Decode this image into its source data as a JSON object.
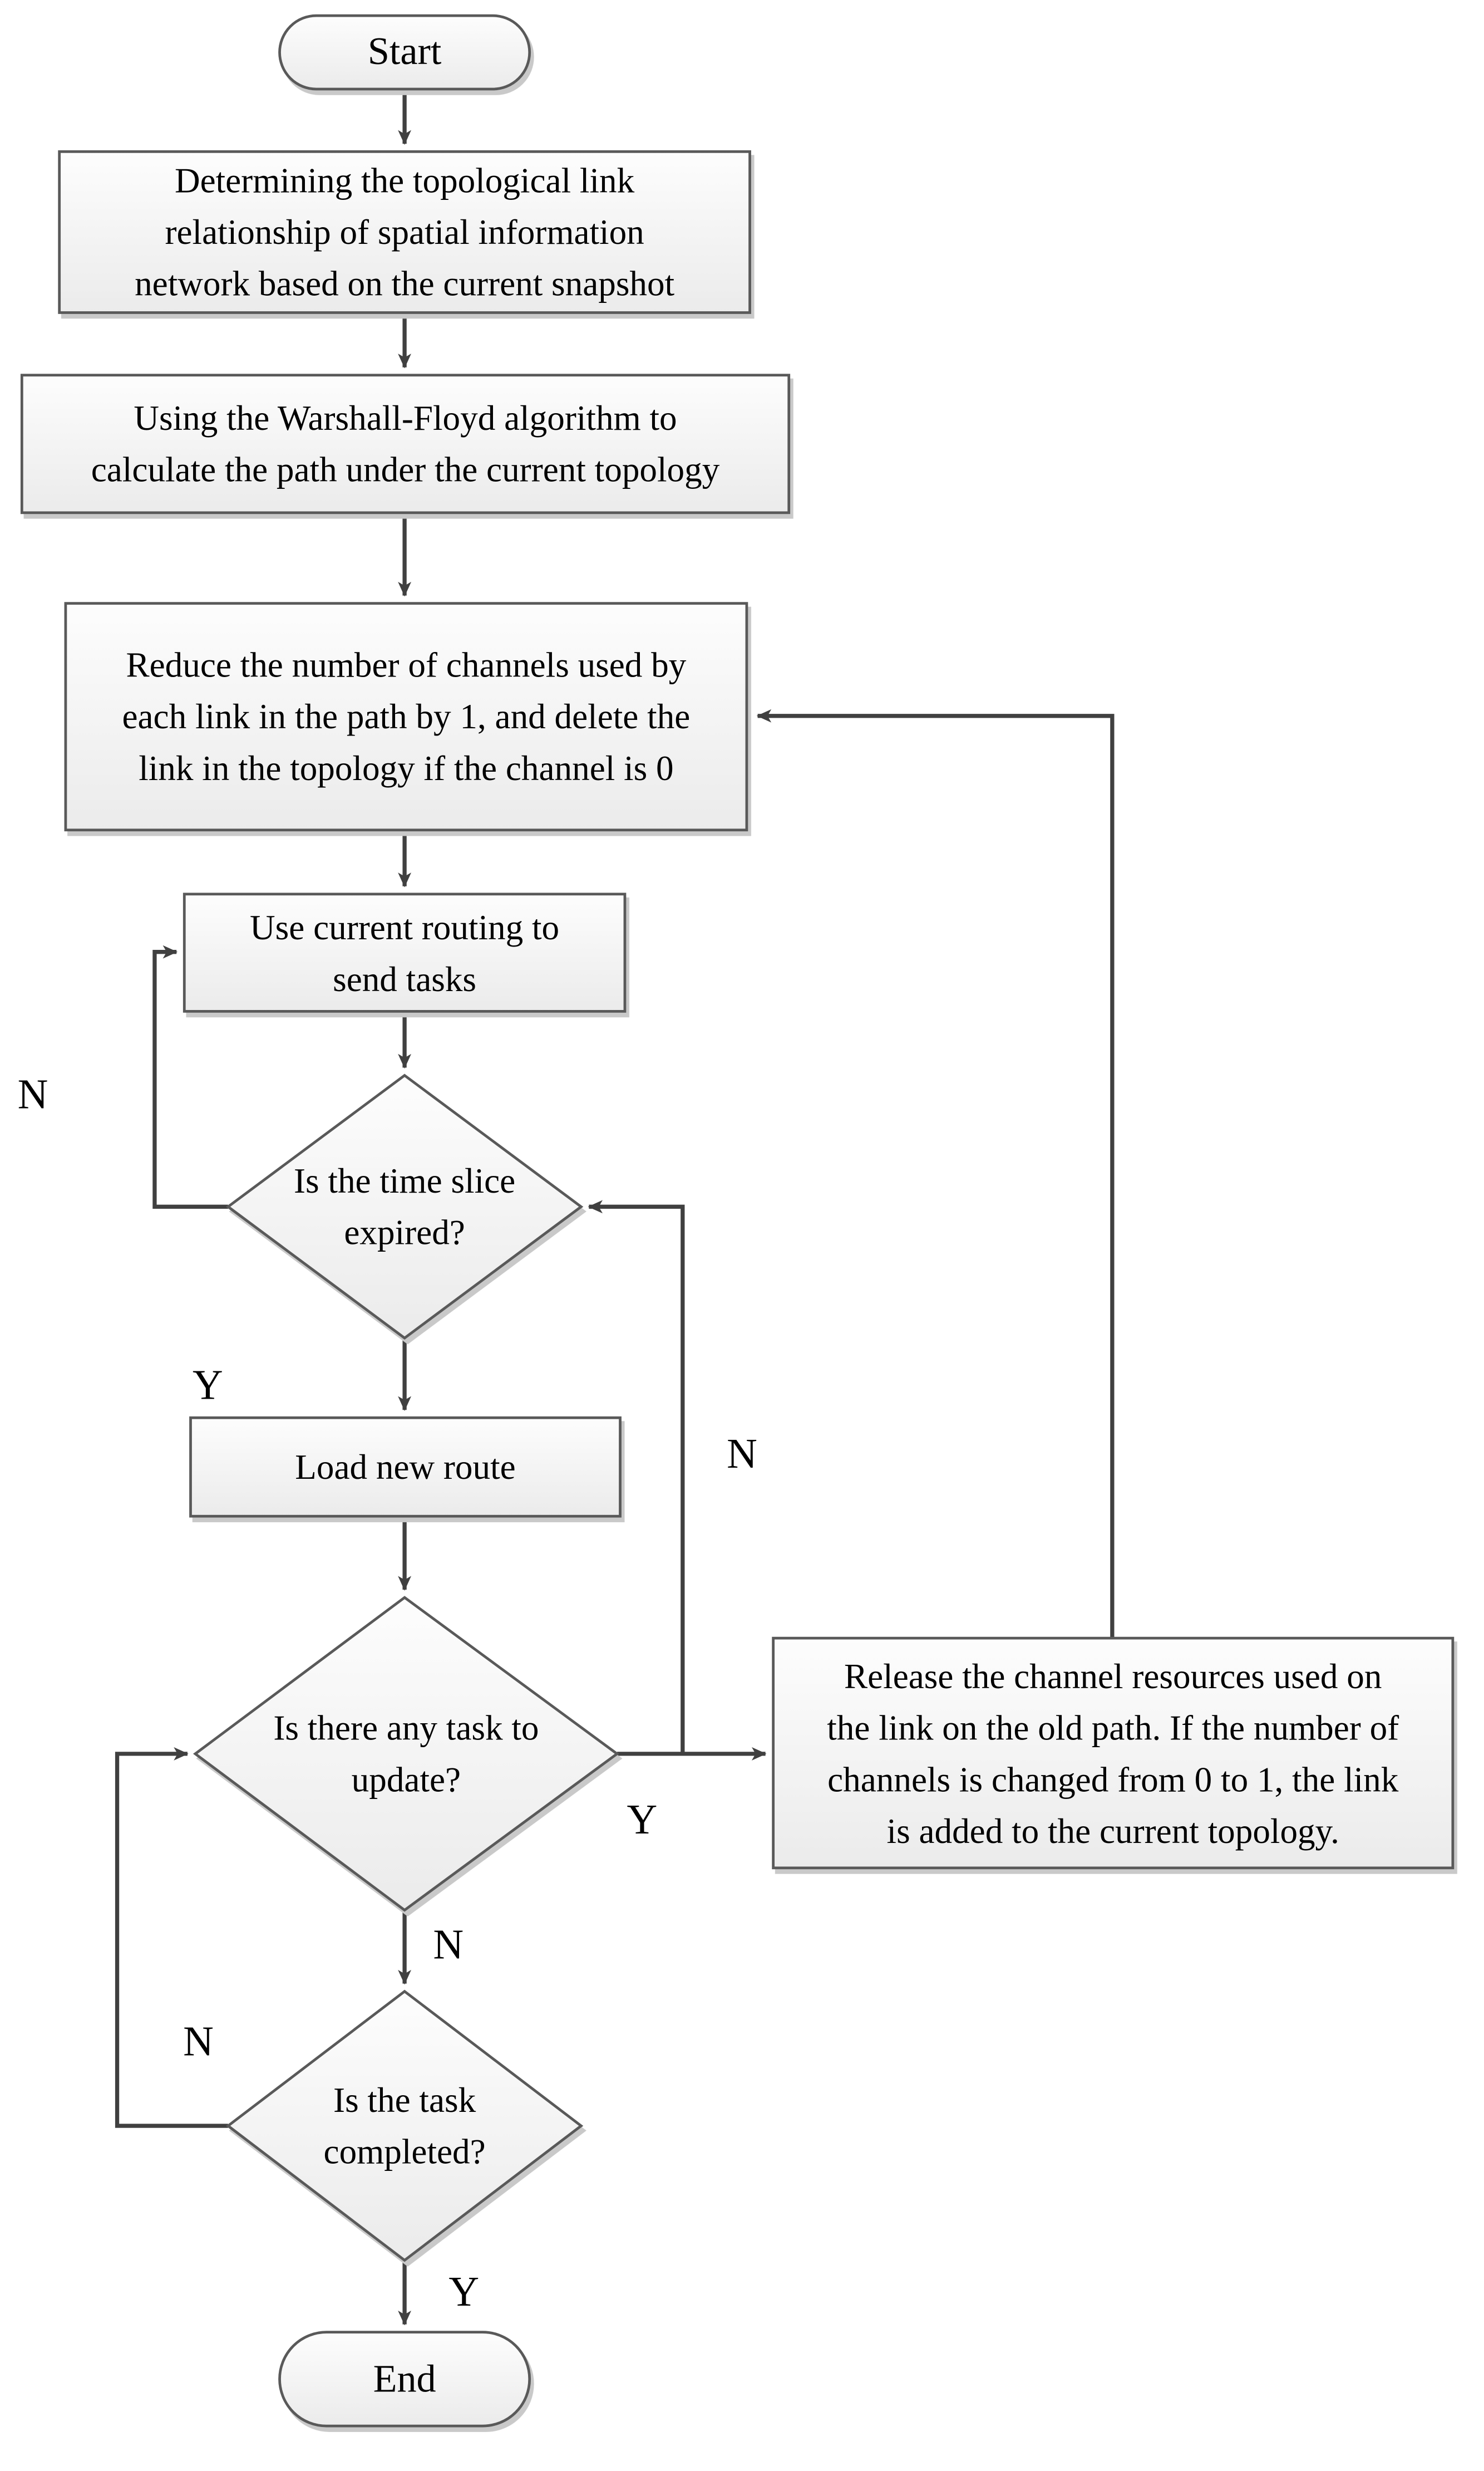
{
  "figure": {
    "kind": "flowchart"
  },
  "nodes": {
    "start": {
      "type": "terminator",
      "label": "Start"
    },
    "determine": {
      "type": "process",
      "label": "Determining the topological link\nrelationship of spatial information\nnetwork based on the current snapshot"
    },
    "warshall": {
      "type": "process",
      "label": "Using the Warshall-Floyd algorithm to\ncalculate the path under the current topology"
    },
    "reduce": {
      "type": "process",
      "label": "Reduce the number of channels used by\neach link in the path by 1, and delete the\nlink in the topology if the channel is 0"
    },
    "use_routing": {
      "type": "process",
      "label": "Use current routing to\nsend tasks"
    },
    "time_slice": {
      "type": "decision",
      "label": "Is the time slice\nexpired?"
    },
    "load_route": {
      "type": "process",
      "label": "Load new route"
    },
    "task_update": {
      "type": "decision",
      "label": "Is there any task to\nupdate?"
    },
    "release": {
      "type": "process",
      "label": "Release the channel resources used on\nthe link on the old path. If the number of\nchannels is changed from 0 to 1, the link\nis added to the current topology."
    },
    "task_done": {
      "type": "decision",
      "label": "Is the task\ncompleted?"
    },
    "end": {
      "type": "terminator",
      "label": "End"
    }
  },
  "edge_labels": {
    "time_slice_no": "N",
    "time_slice_yes": "Y",
    "back_to_time_slice_no": "N",
    "task_update_yes": "Y",
    "task_update_no": "N",
    "task_done_no": "N",
    "task_done_yes": "Y"
  },
  "colors": {
    "connector": "#404040",
    "shape_border": "#595959",
    "shape_fill_top": "#fdfdfd",
    "shape_fill_bottom": "#ebebeb",
    "shadow": "#c9c9c9",
    "text": "#000000",
    "background": "#ffffff"
  }
}
